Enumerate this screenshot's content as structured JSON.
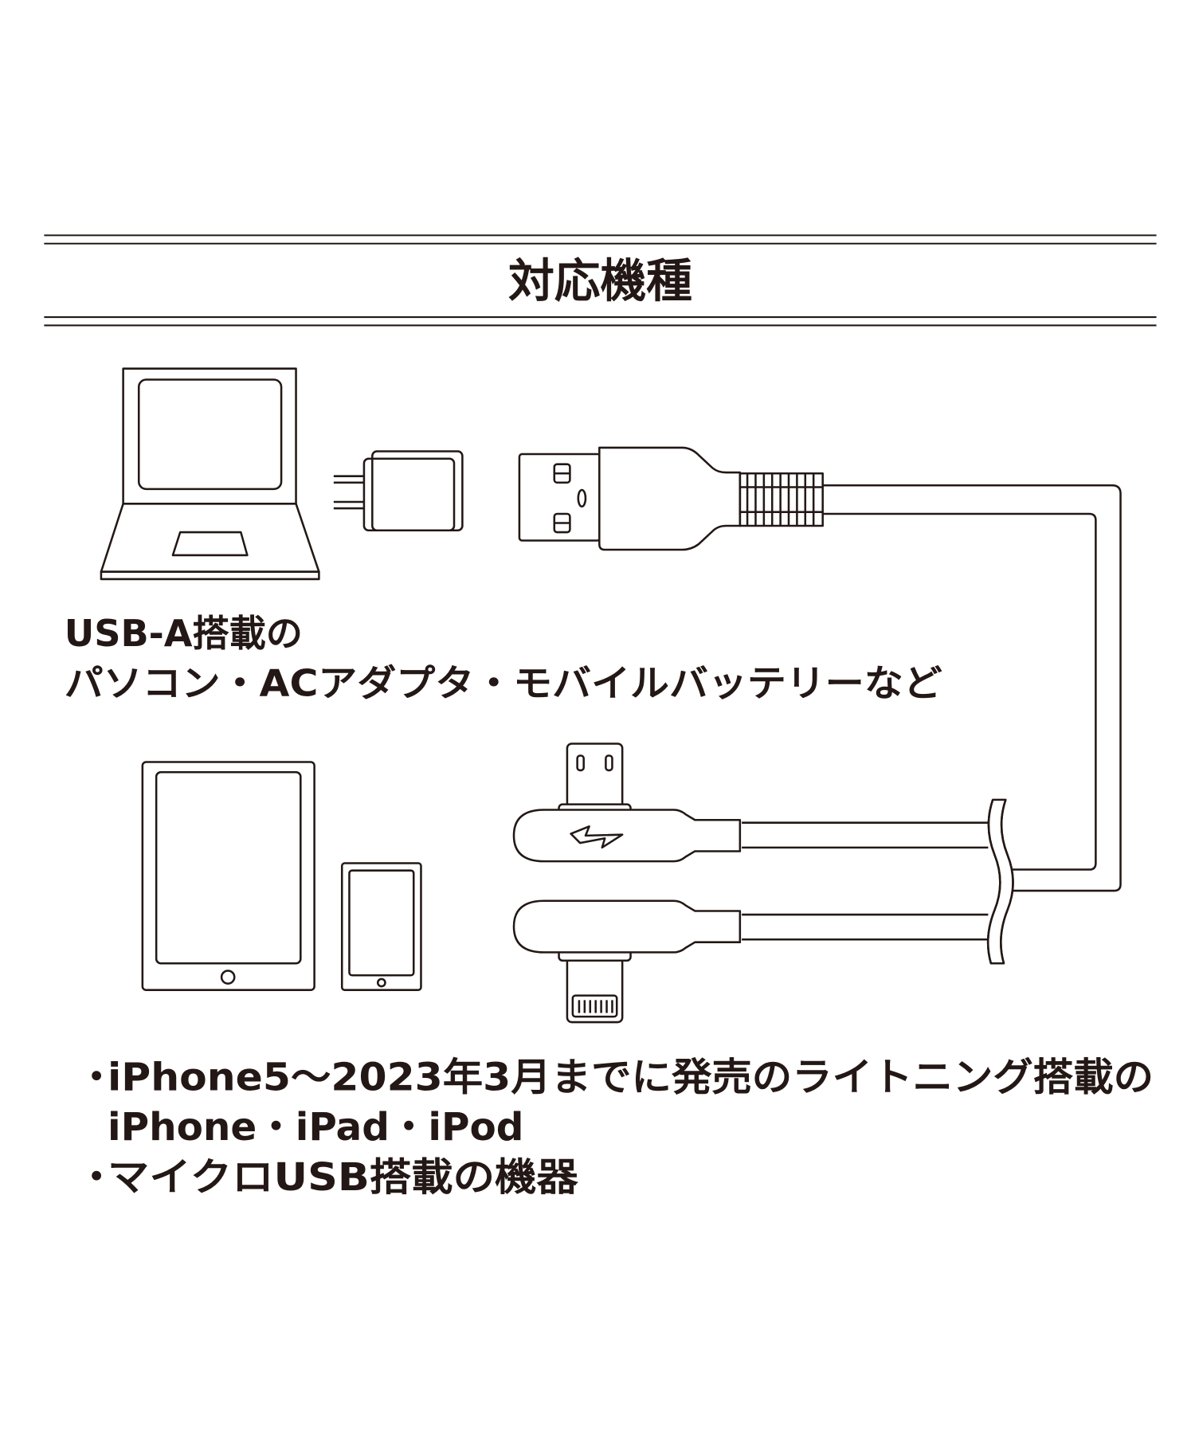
{
  "header": {
    "title": "対応機種"
  },
  "source_devices": {
    "line1": "USB-A搭載の",
    "line2": "パソコン・ACアダプタ・モバイルバッテリーなど"
  },
  "target_devices": {
    "bullet": "・",
    "items": [
      {
        "line1": "iPhone5〜2023年3月までに発売のライトニング搭載の",
        "line2": "iPhone・iPad・iPod"
      },
      {
        "line1": "マイクロUSB搭載の機器"
      }
    ]
  },
  "colors": {
    "ink": "#231815",
    "background": "#ffffff"
  }
}
